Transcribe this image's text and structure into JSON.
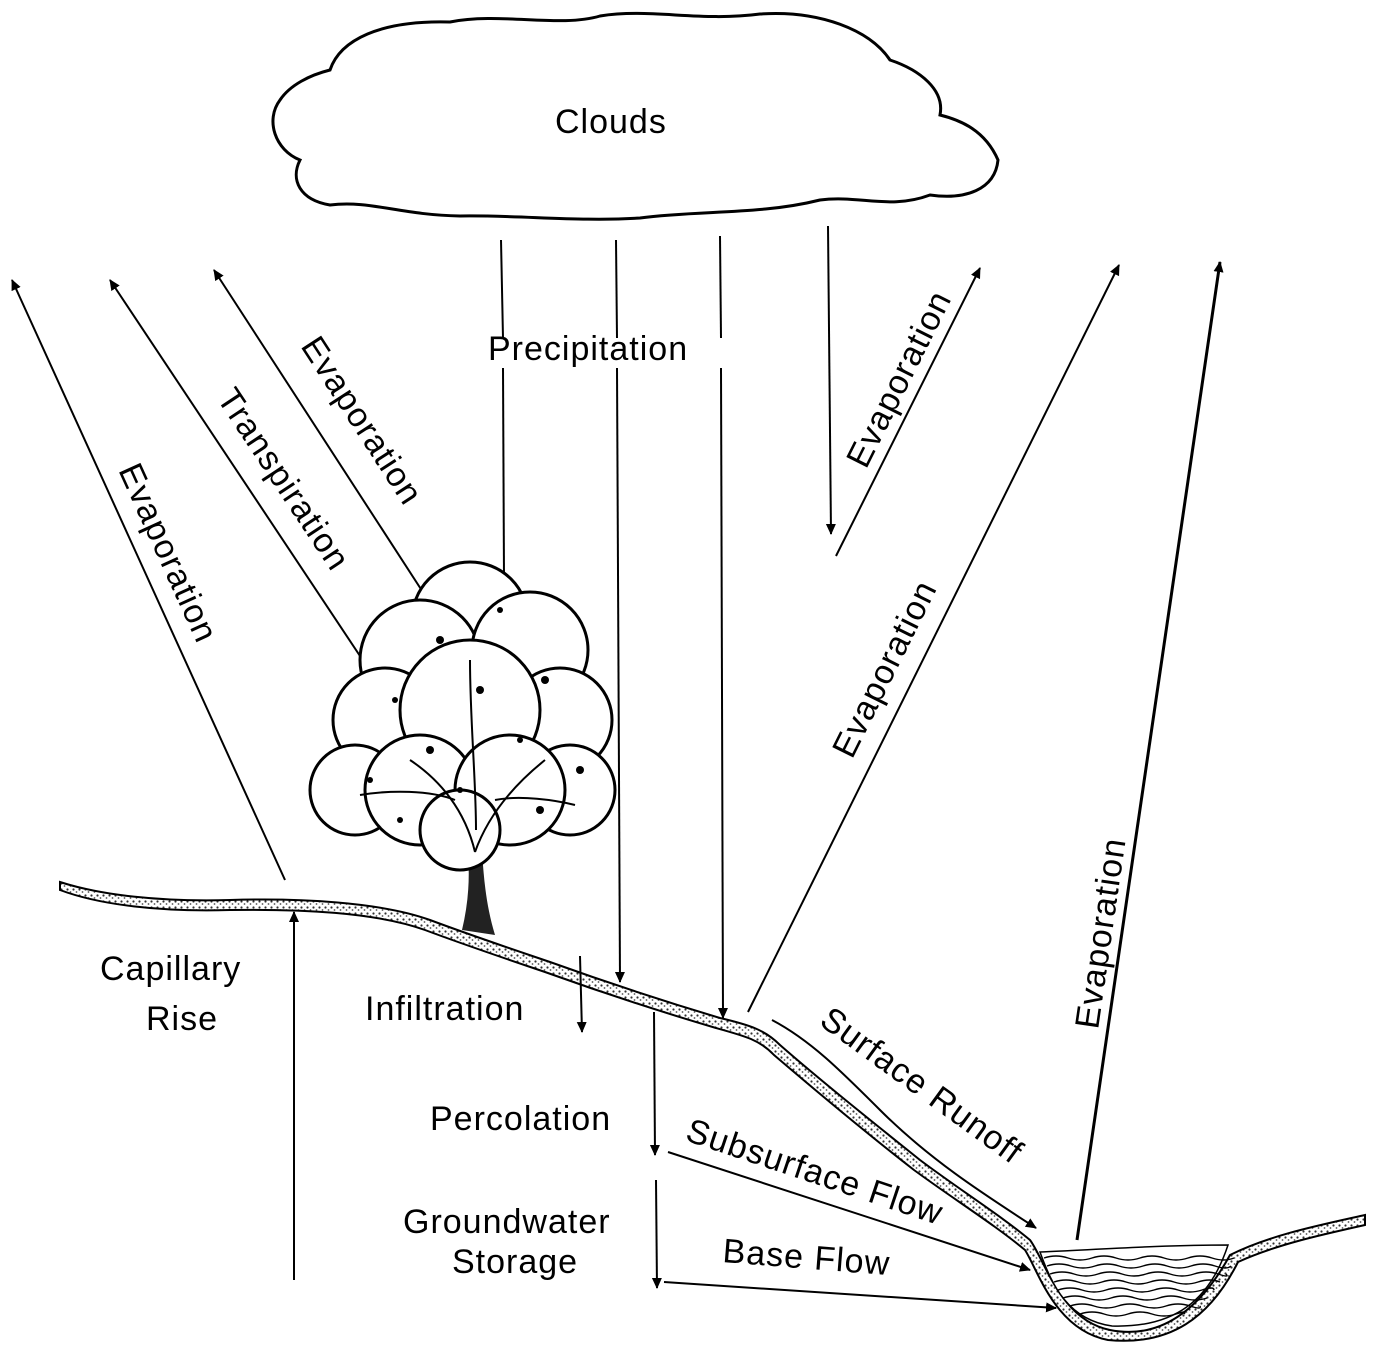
{
  "title": "",
  "labels": {
    "clouds": "Clouds",
    "precipitation": "Precipitation",
    "evaporation": "Evaporation",
    "transpiration": "Transpiration",
    "capillary_rise_1": "Capillary",
    "capillary_rise_2": "Rise",
    "infiltration": "Infiltration",
    "percolation": "Percolation",
    "groundwater_1": "Groundwater",
    "groundwater_2": "Storage",
    "surface_runoff": "Surface Runoff",
    "subsurface_flow": "Subsurface Flow",
    "base_flow": "Base Flow"
  },
  "colors": {
    "ink": "#000000",
    "background": "#ffffff",
    "ground_fill": "#9a9a9a"
  },
  "icons": [
    "cloud-shape",
    "tree-icon",
    "stream-water"
  ]
}
